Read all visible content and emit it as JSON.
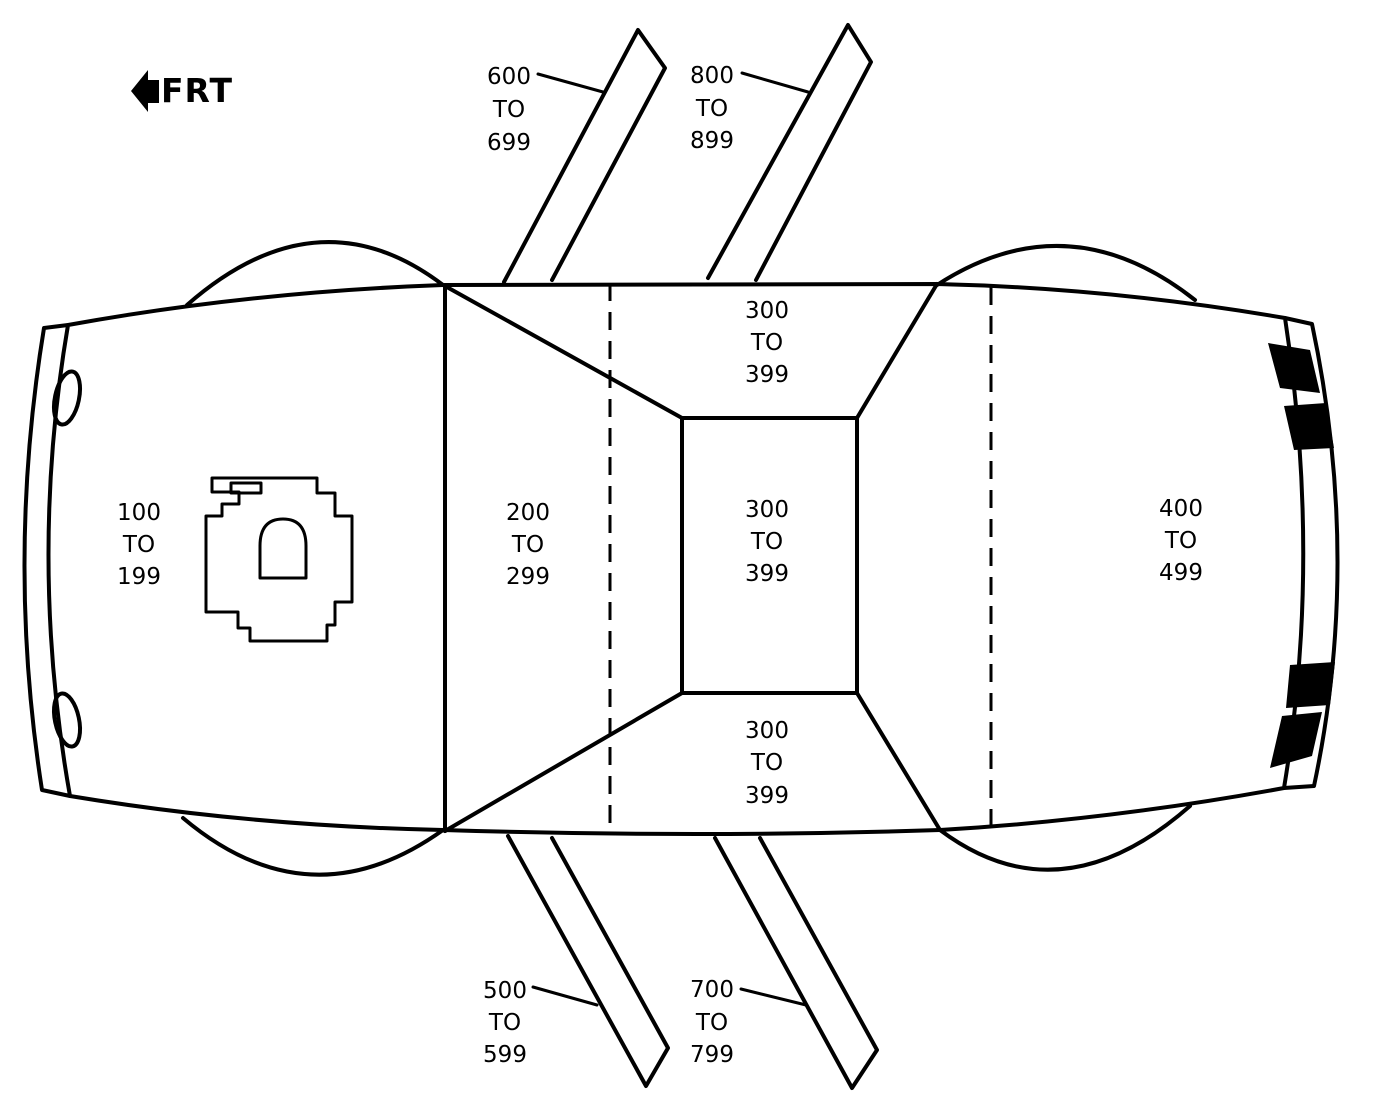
{
  "orientation": {
    "label": "FRT",
    "icon": "left-arrow-icon"
  },
  "zones": {
    "front": {
      "line1": "100",
      "line2": "TO",
      "line3": "199"
    },
    "front_seat": {
      "line1": "200",
      "line2": "TO",
      "line3": "299"
    },
    "roof_upper": {
      "line1": "300",
      "line2": "TO",
      "line3": "399"
    },
    "roof_center": {
      "line1": "300",
      "line2": "TO",
      "line3": "399"
    },
    "roof_lower": {
      "line1": "300",
      "line2": "TO",
      "line3": "399"
    },
    "rear": {
      "line1": "400",
      "line2": "TO",
      "line3": "499"
    },
    "front_door_lower": {
      "line1": "500",
      "line2": "TO",
      "line3": "599"
    },
    "front_door_upper": {
      "line1": "600",
      "line2": "TO",
      "line3": "699"
    },
    "rear_door_lower": {
      "line1": "700",
      "line2": "TO",
      "line3": "799"
    },
    "rear_door_upper": {
      "line1": "800",
      "line2": "TO",
      "line3": "899"
    }
  }
}
